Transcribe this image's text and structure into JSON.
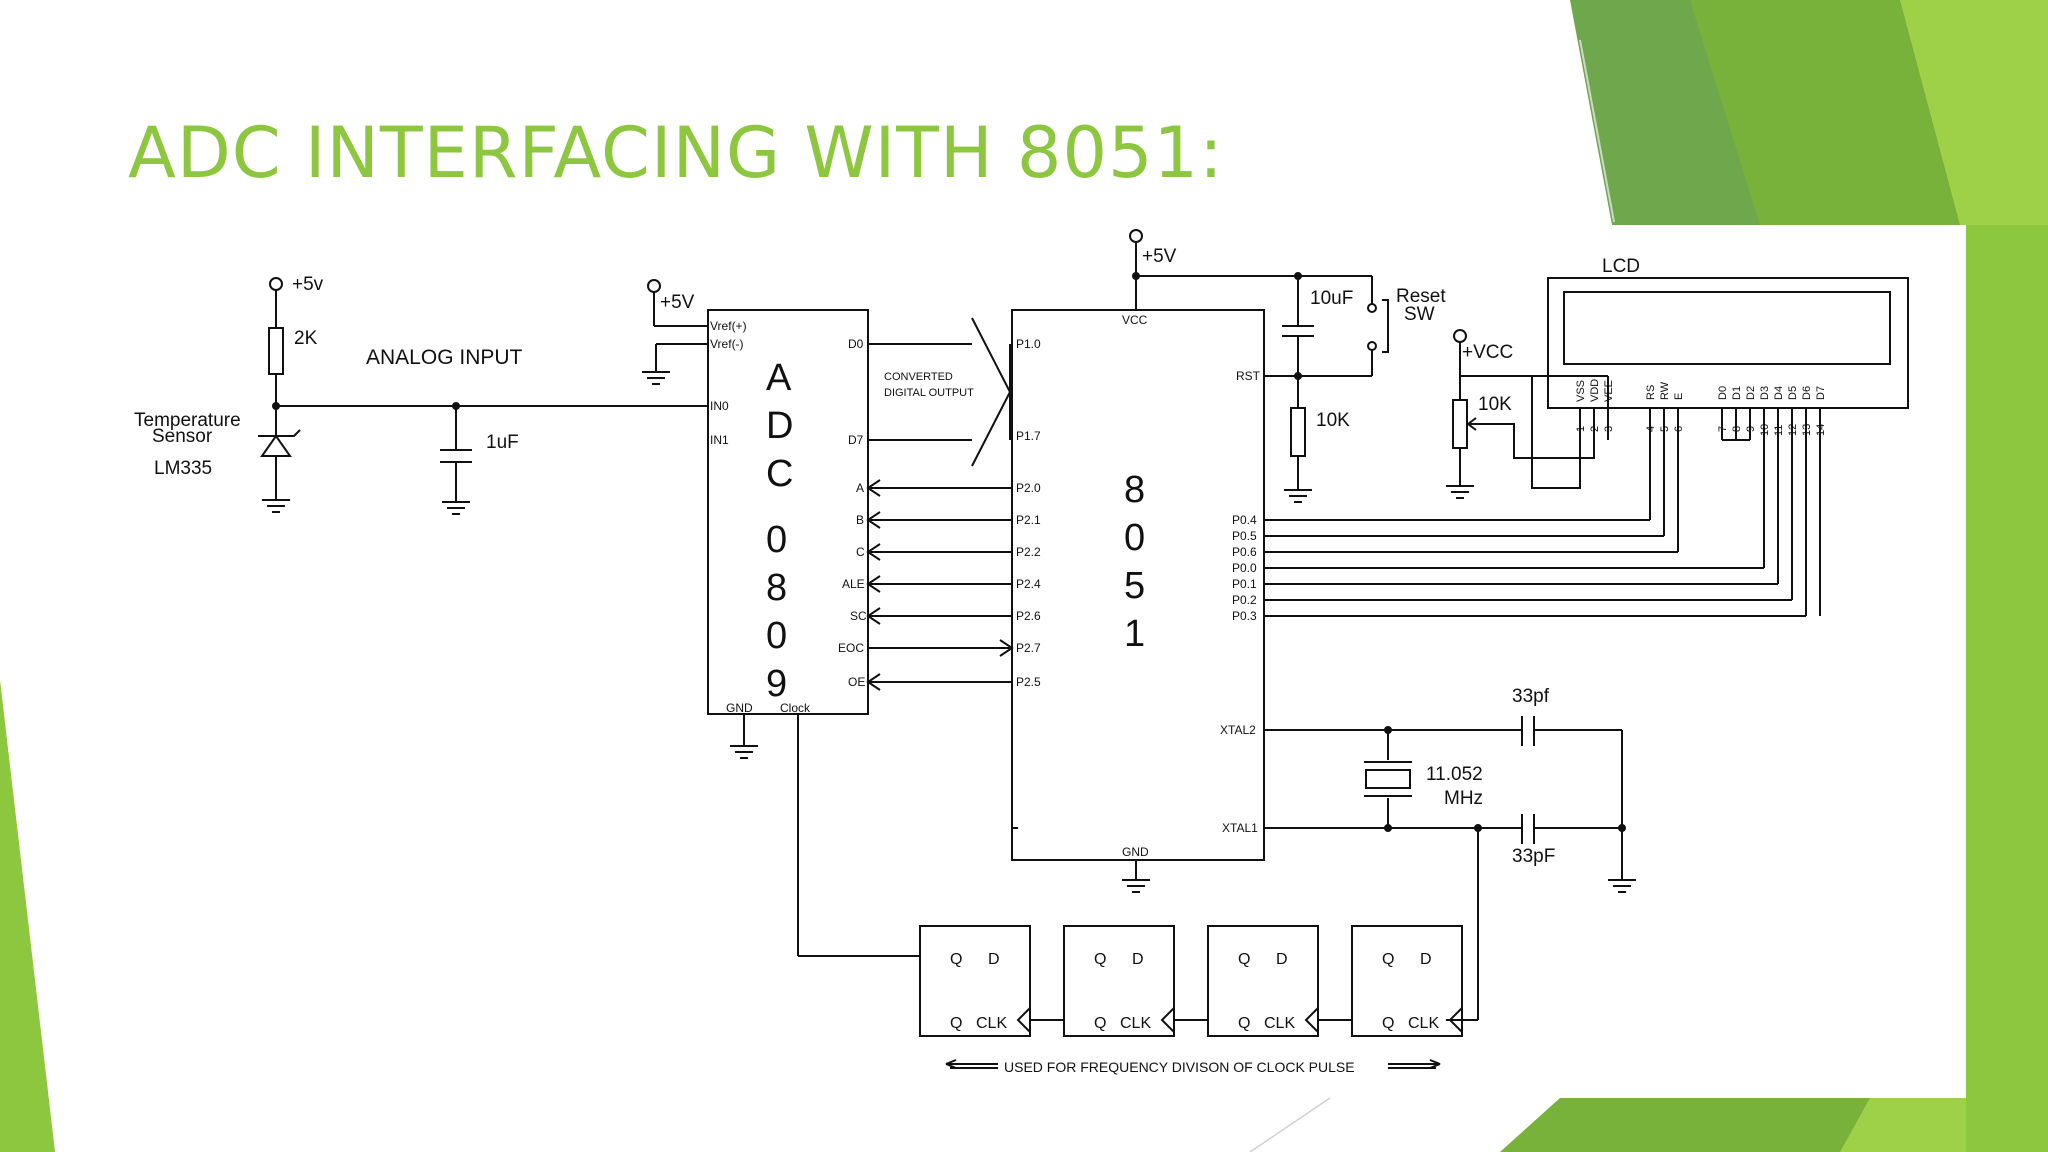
{
  "slide": {
    "title": "ADC INTERFACING WITH 8051:",
    "accent_colors": [
      "#8dc63f",
      "#6fa84c",
      "#9fd148",
      "#78b23a"
    ]
  },
  "sensor": {
    "supply": "+5v",
    "resistor": "2K",
    "name_line1": "Temperature",
    "name_line2": "Sensor",
    "part": "LM335"
  },
  "analog_input_label": "ANALOG INPUT",
  "input_cap": "1uF",
  "adc": {
    "supply": "+5V",
    "chip_letters": [
      "A",
      "D",
      "C",
      "0",
      "8",
      "0",
      "9"
    ],
    "pins": {
      "vref_plus": "Vref(+)",
      "vref_minus": "Vref(-)",
      "in0": "IN0",
      "in1": "IN1",
      "d0": "D0",
      "d7": "D7",
      "a": "A",
      "b": "B",
      "c": "C",
      "ale": "ALE",
      "sc": "SC",
      "eoc": "EOC",
      "oe": "OE",
      "gnd": "GND",
      "clock": "Clock"
    },
    "converted_line1": "CONVERTED",
    "converted_line2": "DIGITAL OUTPUT"
  },
  "mcu": {
    "supply": "+5V",
    "chip_digits": [
      "8",
      "0",
      "5",
      "1"
    ],
    "pins": {
      "vcc": "VCC",
      "rst": "RST",
      "p10": "P1.0",
      "p17": "P1.7",
      "p20": "P2.0",
      "p21": "P2.1",
      "p22": "P2.2",
      "p24": "P2.4",
      "p26": "P2.6",
      "p27": "P2.7",
      "p25": "P2.5",
      "p04": "P0.4",
      "p05": "P0.5",
      "p06": "P0.6",
      "p00": "P0.0",
      "p01": "P0.1",
      "p02": "P0.2",
      "p03": "P0.3",
      "xtal2": "XTAL2",
      "xtal1": "XTAL1",
      "gnd": "GND"
    }
  },
  "reset": {
    "cap": "10uF",
    "switch_line1": "Reset",
    "switch_line2": "SW",
    "resistor": "10K"
  },
  "lcd": {
    "title": "LCD",
    "supply": "+VCC",
    "pot": "10K",
    "pin_labels": [
      "VSS",
      "VDD",
      "VEE",
      "RS",
      "RW",
      "E",
      "D0",
      "D1",
      "D2",
      "D3",
      "D4",
      "D5",
      "D6",
      "D7"
    ],
    "pin_numbers": [
      "1",
      "2",
      "3",
      "4",
      "5",
      "6",
      "7",
      "8",
      "9",
      "10",
      "11",
      "12",
      "13",
      "14"
    ]
  },
  "crystal": {
    "cap_top": "33pf",
    "cap_bottom": "33pF",
    "freq_line1": "11.052",
    "freq_line2": "MHz"
  },
  "divider": {
    "stage_labels": {
      "q": "Q",
      "d": "D",
      "q2": "Q",
      "clk": "CLK"
    },
    "caption": "USED FOR FREQUENCY DIVISON OF CLOCK PULSE"
  }
}
